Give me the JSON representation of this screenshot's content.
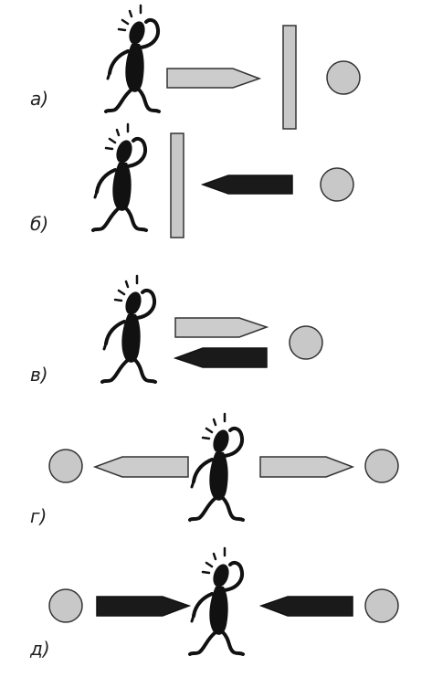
{
  "panels": [
    {
      "id": "a",
      "label": "а)"
    },
    {
      "id": "b",
      "label": "б)"
    },
    {
      "id": "v",
      "label": "в)"
    },
    {
      "id": "g",
      "label": "г)"
    },
    {
      "id": "d",
      "label": "д)"
    }
  ],
  "colors": {
    "light_arrow": "#cccccc",
    "dark_arrow": "#1a1a1a",
    "ball": "#c8c8c8",
    "wall": "#c8c8c8",
    "outline": "#333333",
    "figure": "#111111"
  },
  "icons": [
    "person-icon",
    "ball-icon",
    "wall-icon",
    "arrow-icon"
  ]
}
